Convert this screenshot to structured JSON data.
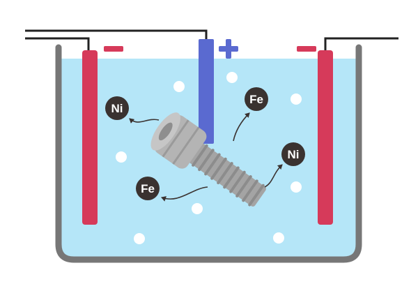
{
  "diagram": {
    "electrodes": [
      {
        "role": "cathode-left",
        "sign": "−",
        "color": "#d63a5a"
      },
      {
        "role": "anode",
        "sign": "+",
        "color": "#5a6ad0"
      },
      {
        "role": "cathode-right",
        "sign": "−",
        "color": "#d63a5a"
      }
    ],
    "ions": [
      {
        "symbol": "Ni"
      },
      {
        "symbol": "Fe"
      },
      {
        "symbol": "Ni"
      },
      {
        "symbol": "Fe"
      }
    ],
    "colors": {
      "solution": "#b5e6f8",
      "tank": "#777777",
      "wire": "#222222",
      "ion_fill": "#3a3230",
      "bolt": "#a4a4a4",
      "bubble": "#ffffff"
    },
    "icons": [
      "bolt-icon"
    ]
  }
}
